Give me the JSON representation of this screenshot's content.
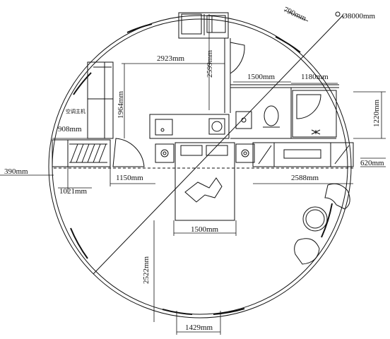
{
  "plan": {
    "diameter_label": "Ø8000mm",
    "dimensions": {
      "top_width": "2923mm",
      "door_gap": "790mm",
      "vertical_kitchen": "2599mm",
      "hallway": "1500mm",
      "bath_width": "1180mm",
      "bath_height": "1220mm",
      "closet_height": "1964mm",
      "closet_depth": "908mm",
      "left_offset": "390mm",
      "left_module": "1021mm",
      "door_span": "1150mm",
      "right_span": "2588mm",
      "right_depth": "620mm",
      "bed_width": "1500mm",
      "bottom_height": "2522mm",
      "bottom_door": "1429mm"
    },
    "labels": {
      "ac_unit": "空调主机"
    }
  }
}
